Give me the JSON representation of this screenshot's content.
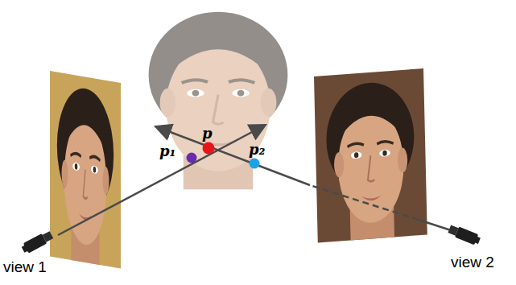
{
  "diagram": {
    "labels": [
      "p",
      "p₁",
      "p₂",
      "view 1",
      "view 2"
    ]
  }
}
